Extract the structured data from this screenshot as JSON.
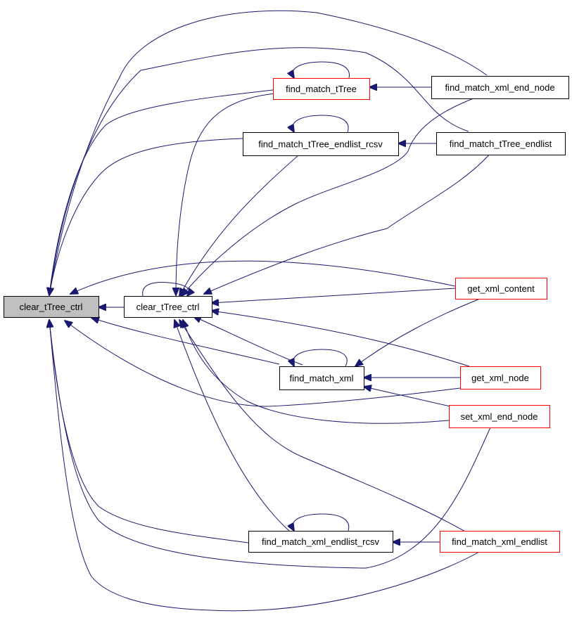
{
  "diagram": {
    "colors": {
      "edge": "#191970",
      "root_fill": "#bfbfbf",
      "node_fill": "#ffffff",
      "border_default": "#000000",
      "border_truncated": "#ff0000"
    },
    "nodes": [
      {
        "id": "n_clear_root",
        "label": "clear_tTree_ctrl",
        "style": "root"
      },
      {
        "id": "n_clear2",
        "label": "clear_tTree_ctrl",
        "style": "normal"
      },
      {
        "id": "n_fmt",
        "label": "find_match_tTree",
        "style": "truncated"
      },
      {
        "id": "n_fmt_rcsv",
        "label": "find_match_tTree_endlist_rcsv",
        "style": "normal"
      },
      {
        "id": "n_fmx",
        "label": "find_match_xml",
        "style": "normal"
      },
      {
        "id": "n_fmx_rcsv",
        "label": "find_match_xml_endlist_rcsv",
        "style": "normal"
      },
      {
        "id": "n_fmx_end",
        "label": "find_match_xml_end_node",
        "style": "normal"
      },
      {
        "id": "n_fmt_endlist",
        "label": "find_match_tTree_endlist",
        "style": "normal"
      },
      {
        "id": "n_get_content",
        "label": "get_xml_content",
        "style": "truncated"
      },
      {
        "id": "n_get_node",
        "label": "get_xml_node",
        "style": "truncated"
      },
      {
        "id": "n_set_end",
        "label": "set_xml_end_node",
        "style": "truncated"
      },
      {
        "id": "n_fmx_endlist",
        "label": "find_match_xml_endlist",
        "style": "truncated"
      }
    ]
  }
}
